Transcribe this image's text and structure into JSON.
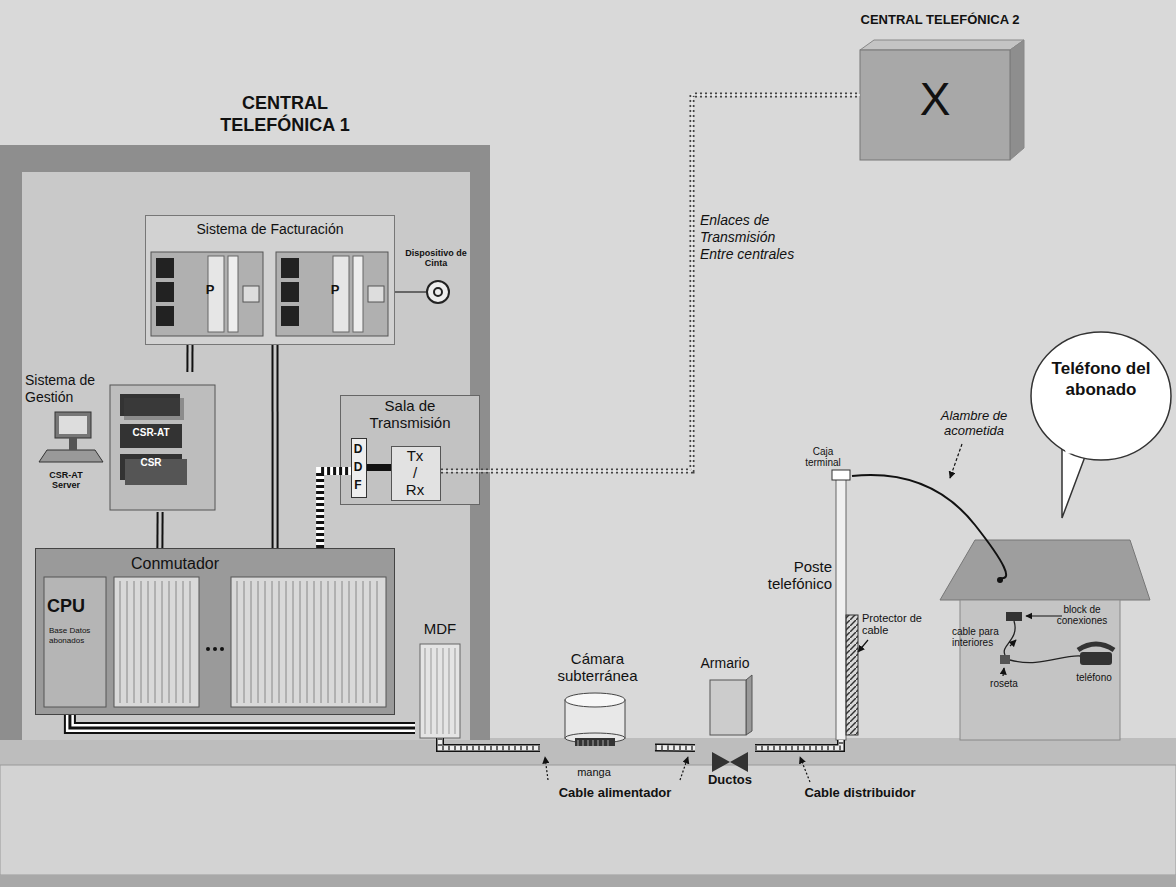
{
  "diagram": {
    "nodes": [
      {
        "text": [
          "CENTRAL TELEFÓNICA 1"
        ]
      },
      {
        "text": [
          "Sistema de Facturación"
        ],
        "in": 0
      },
      {
        "text": [
          "Sistema de Gestión"
        ],
        "in": 0
      },
      {
        "text": [
          "Sala de Transmisión"
        ],
        "in": 0
      },
      {
        "text": [
          "D D F"
        ],
        "in": 3
      },
      {
        "text": [
          "Tx / Rx"
        ],
        "in": 3
      },
      {
        "text": [
          "Conmutador",
          "CPU",
          "Base Datos abonados"
        ],
        "in": 0
      },
      {
        "text": [
          "MDF"
        ],
        "in": 0
      },
      {
        "text": [
          "CENTRAL TELEFÓNICA 2",
          "X"
        ]
      },
      {
        "text": [
          "Cámara subterránea"
        ]
      },
      {
        "text": [
          "Armario"
        ]
      },
      {
        "text": [
          "Poste telefónico"
        ]
      },
      {
        "text": [
          "Teléfono del abonado"
        ]
      }
    ],
    "edges": [
      {
        "from": 1,
        "to": 2,
        "arrow": "none"
      },
      {
        "from": 1,
        "to": 6,
        "arrow": "none"
      },
      {
        "from": 2,
        "to": 6,
        "arrow": "none"
      },
      {
        "from": 6,
        "to": 4,
        "arrow": "none"
      },
      {
        "from": 5,
        "to": 8,
        "label": "Enlaces de Transmisión Entre centrales",
        "arrow": "none"
      },
      {
        "from": 6,
        "to": 7,
        "arrow": "none"
      },
      {
        "from": 7,
        "to": 9,
        "arrow": "none"
      },
      {
        "from": 9,
        "to": 10,
        "arrow": "none"
      },
      {
        "from": 10,
        "to": 11,
        "arrow": "none"
      }
    ],
    "labels": [
      "Dispositivo de Cinta",
      "CSR-AT Server",
      "CSR-AT",
      "CSR",
      "P",
      "P",
      "manga",
      "Cable alimentador",
      "Ductos",
      "Cable distribuidor",
      "Protector de cable",
      "Caja terminal",
      "Alambre de acometida",
      "block de conexiones",
      "cable para interiores",
      "roseta",
      "teléfono"
    ]
  }
}
